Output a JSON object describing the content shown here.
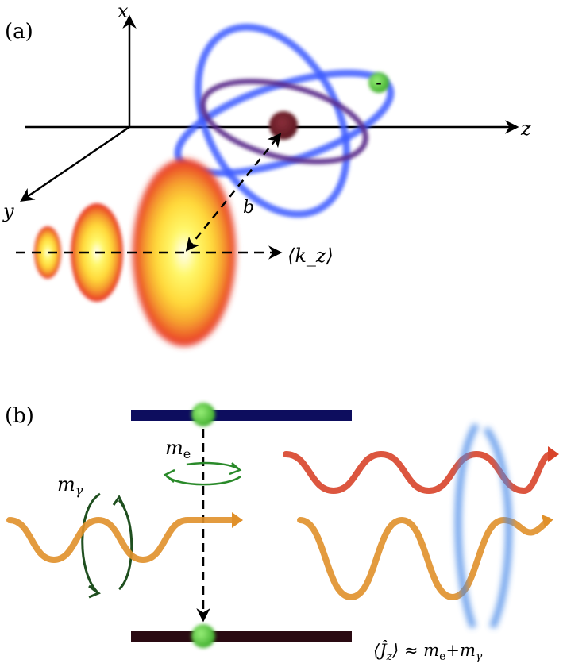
{
  "panel_a": {
    "panel_label": "(a)",
    "axis_x_label": "x",
    "axis_y_label": "y",
    "axis_z_label": "z",
    "impact_parameter_label": "b",
    "wave_vector_label": "⟨k_z⟩",
    "electron_charge_symbol": "-"
  },
  "panel_b": {
    "panel_label": "(b)",
    "electron_momentum_label": "m_e",
    "photon_momentum_label": "m_γ",
    "total_momentum_label": "⟨Ĵ_z⟩ ≈ m_e+m_γ"
  },
  "colors": {
    "axis": "#000000",
    "orbit_blue": "#3d5cff",
    "orbit_purple": "#5a2a8a",
    "nucleus": "#6e1f2a",
    "electron_green": "#5fd048",
    "pulse_red": "#e8302a",
    "pulse_orange": "#f3902a",
    "pulse_yellow": "#fff25a",
    "upper_level": "#0d0d5e",
    "lower_level": "#2a0a12",
    "wave_orange": "#e0902a",
    "wave_red": "#d8442a",
    "twist_blue": "#4a8ae8",
    "arrow_green": "#2a8a2a",
    "arrow_darkgreen": "#1f4f1f"
  }
}
